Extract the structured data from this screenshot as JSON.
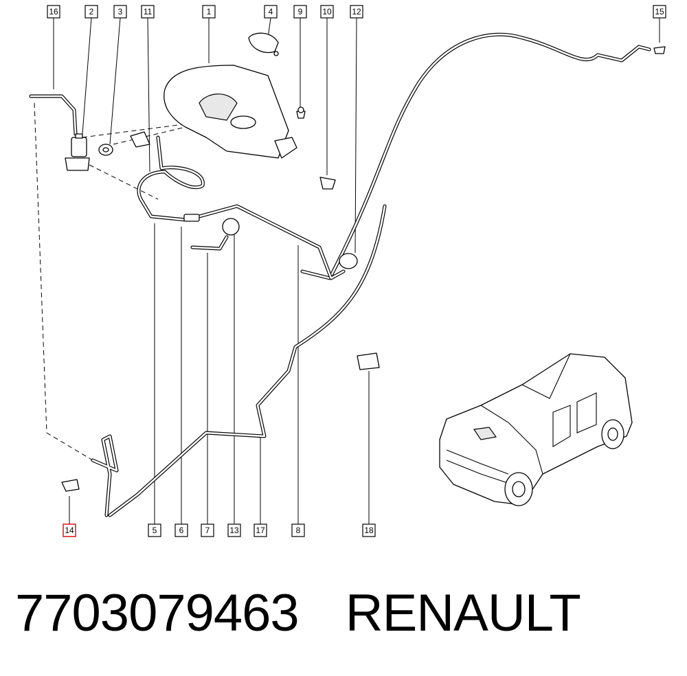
{
  "callouts": [
    "16",
    "2",
    "3",
    "11",
    "1",
    "4",
    "9",
    "10",
    "12",
    "15",
    "5",
    "6",
    "7",
    "13",
    "17",
    "8",
    "18",
    "14"
  ],
  "highlight_color": "#e0202a",
  "footer": {
    "part_number": "7703079463",
    "brand": "RENAULT"
  }
}
